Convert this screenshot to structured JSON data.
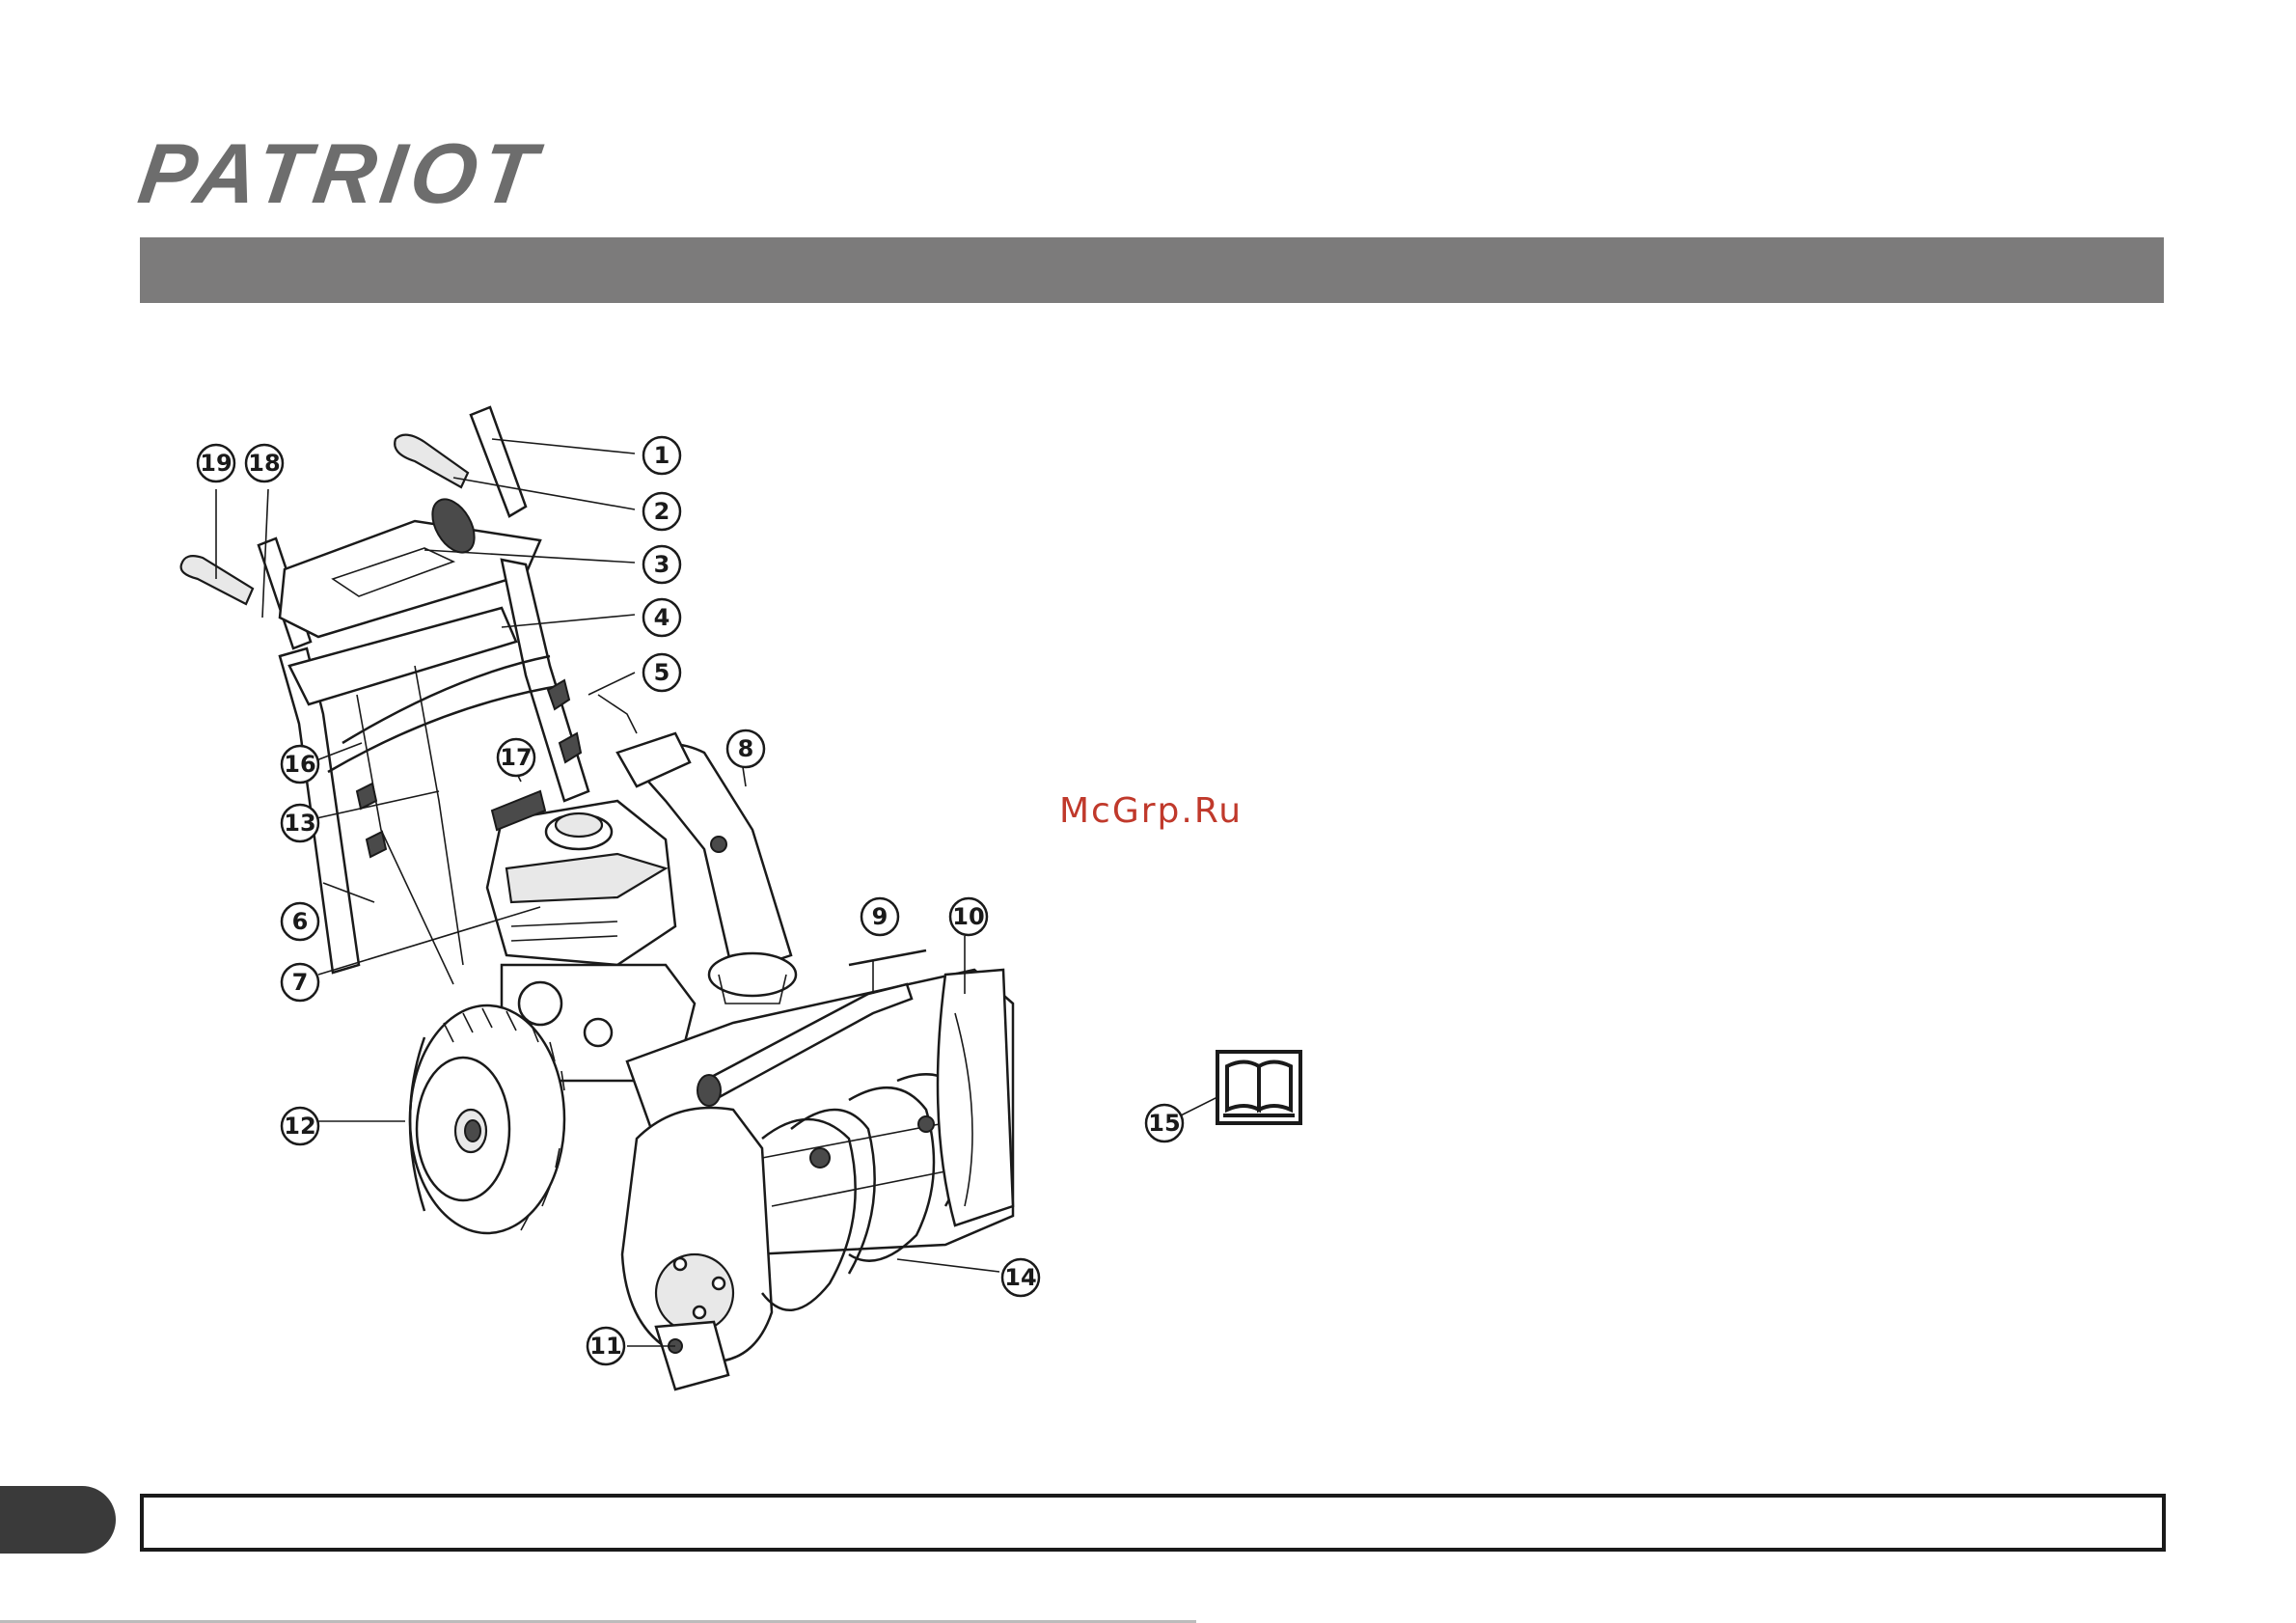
{
  "brand": {
    "logo_text": "PATRIOT"
  },
  "watermark": "McGrp.Ru",
  "callouts": [
    "1",
    "2",
    "3",
    "4",
    "5",
    "6",
    "7",
    "8",
    "9",
    "10",
    "11",
    "12",
    "13",
    "14",
    "15",
    "16",
    "17",
    "18",
    "19"
  ],
  "icons": {
    "manual": "open-book-icon"
  },
  "colors": {
    "title_bar": "#7c7b7b",
    "logo": "#6d6d6d",
    "watermark": "#c0392b",
    "ink": "#1a1a1a"
  }
}
